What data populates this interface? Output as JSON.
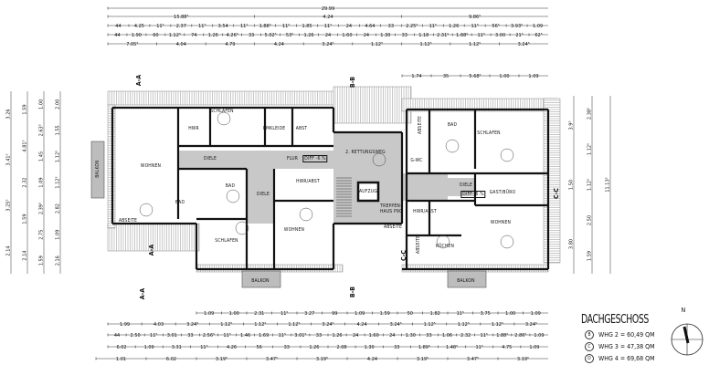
{
  "title": "DACHGESCHOSS",
  "legend": [
    {
      "marker": "B",
      "text": "WHG 2 = 60,49 QM"
    },
    {
      "marker": "C",
      "text": "WHG 3 = 47,38 QM"
    },
    {
      "marker": "D",
      "text": "WHG 4 = 69,68 QM"
    }
  ],
  "north_label": "N",
  "sections": {
    "a": "A-A",
    "b": "B-B",
    "c": "C-C"
  },
  "rooms": {
    "left_wohnen": "WOHNEN",
    "left_schlafen_top": "SCHLAFEN",
    "left_hwr": "HWR",
    "left_umkleide": "UMKLEIDE",
    "left_abst": "ABST",
    "left_diele": "DIELE",
    "left_bad1": "BAD",
    "left_bad2": "BAD",
    "left_diele2": "DIELE",
    "left_schlafen_bottom": "SCHLAFEN",
    "left_wohnen2": "WOHNEN",
    "left_hwr_abst": "HWR/ABST",
    "flur": "FLUR",
    "diff_left": "DIFF -6.%",
    "left_abseite": "ABSEITE",
    "aufzug": "AUFZUG",
    "treppenhaus": "TREPPEN-HAUS P90",
    "center_abseite": "ABSEITE",
    "rettungsweg": "2. RETTUNGSWEG",
    "right_bad": "BAD",
    "right_schlafen": "SCHLAFEN",
    "right_gwc": "G-WC",
    "right_diele": "DIELE",
    "diff_right": "DIFF -6.%",
    "right_gast": "GAST/BÜRO",
    "right_hwr_abst": "HWR/ABST",
    "right_wohnen": "WOHNEN",
    "right_kuechen": "KÜCHEN",
    "right_abseite1": "ABSEITE",
    "right_abseite2": "ABSEITE",
    "balkon_left": "BALKON",
    "balkon_b1": "BALKON",
    "balkon_b2": "BALKON"
  },
  "dims_top": [
    [
      "29.99"
    ],
    [
      "15.88⁵",
      "4.24",
      "9.86⁵"
    ],
    [
      "44",
      "4.25",
      "11⁵",
      "2.37",
      "11⁵",
      "3.54",
      "11⁵",
      "1.88⁵",
      "11⁵",
      "1.85",
      "11⁵",
      "24",
      "4.64",
      "33",
      "2.25⁵",
      "11⁵",
      "1.26",
      "11⁵",
      "56⁵",
      "3.93⁵",
      "1.09"
    ],
    [
      "44",
      "1.90",
      "60",
      "1.12⁵",
      "74",
      "1.26",
      "4.26⁵",
      "33",
      "5.02⁵",
      "53⁵",
      "1.26",
      "24",
      "1.60",
      "24",
      "1.30",
      "33",
      "1.18",
      "2.31⁵",
      "1.88⁵",
      "11⁵",
      "3.00",
      "21⁵",
      "62⁵"
    ],
    [
      "7.05⁵",
      "4.04",
      "4.79",
      "4.24",
      "3.24⁵",
      "1.12⁵",
      "1.12⁵",
      "1.12⁵",
      "3.24⁵"
    ]
  ],
  "dims_top_right": [
    "1.74",
    "35",
    "5.68⁵",
    "1.00",
    "1.09"
  ],
  "dims_bottom": [
    [
      "1.09",
      "1.00",
      "2.31",
      "11⁵",
      "3.27",
      "99",
      "1.09",
      "1.59",
      "50",
      "1.82",
      "11⁵",
      "3.75",
      "1.00",
      "1.09"
    ],
    [
      "1.99",
      "4.03",
      "3.24⁵",
      "1.12⁵",
      "1.12⁵",
      "1.12⁵",
      "3.24⁵",
      "4.24",
      "3.24⁵",
      "1.12⁵",
      "1.12⁵",
      "1.12⁵",
      "3.24⁵"
    ],
    [
      "44",
      "2.50",
      "11⁵",
      "3.01",
      "33",
      "2.56⁵",
      "11⁵",
      "1.46",
      "1.69",
      "11⁵",
      "3.01⁵",
      "33",
      "1.26",
      "24",
      "1.60",
      "24",
      "1.30",
      "33",
      "1.06",
      "2.32",
      "11⁵",
      "1.88⁵",
      "2.86⁵",
      "1.09"
    ],
    [
      "6.02",
      "1.09",
      "3.31",
      "11⁵",
      "4.26",
      "56",
      "33",
      "1.26",
      "2.08",
      "1.30",
      "33",
      "1.89⁵",
      "1.48⁵",
      "11⁵",
      "4.75",
      "1.09"
    ],
    [
      "1.01",
      "6.02",
      "3.19⁵",
      "3.47⁵",
      "3.19⁵",
      "4.24",
      "3.19⁵",
      "3.47⁵",
      "3.19⁵"
    ]
  ],
  "dims_left": [
    [
      "3.26",
      "3.41⁵",
      "3.25⁵",
      "2.14"
    ],
    [
      "1.59",
      "4.81⁵",
      "2.32",
      "1.59",
      "2.14"
    ],
    [
      "1.00",
      "2.63⁵",
      "1.45",
      "1.09",
      "2.39⁵",
      "2.75",
      "1.59"
    ],
    [
      "2.00",
      "1.55",
      "1.12⁵",
      "1.12⁵",
      "2.82",
      "1.09",
      "2.16"
    ]
  ],
  "dims_right": [
    [
      "3.9⁵",
      "1.50",
      "3.80"
    ],
    [
      "2.38⁵",
      "1.12⁵",
      "1.12⁵",
      "2.50",
      "1.59"
    ],
    [
      "11.13⁵"
    ]
  ],
  "colors": {
    "wall": "#111111",
    "circulation": "#c8c8c8",
    "hatch": "#777777",
    "balcony": "#bdbdbd"
  }
}
